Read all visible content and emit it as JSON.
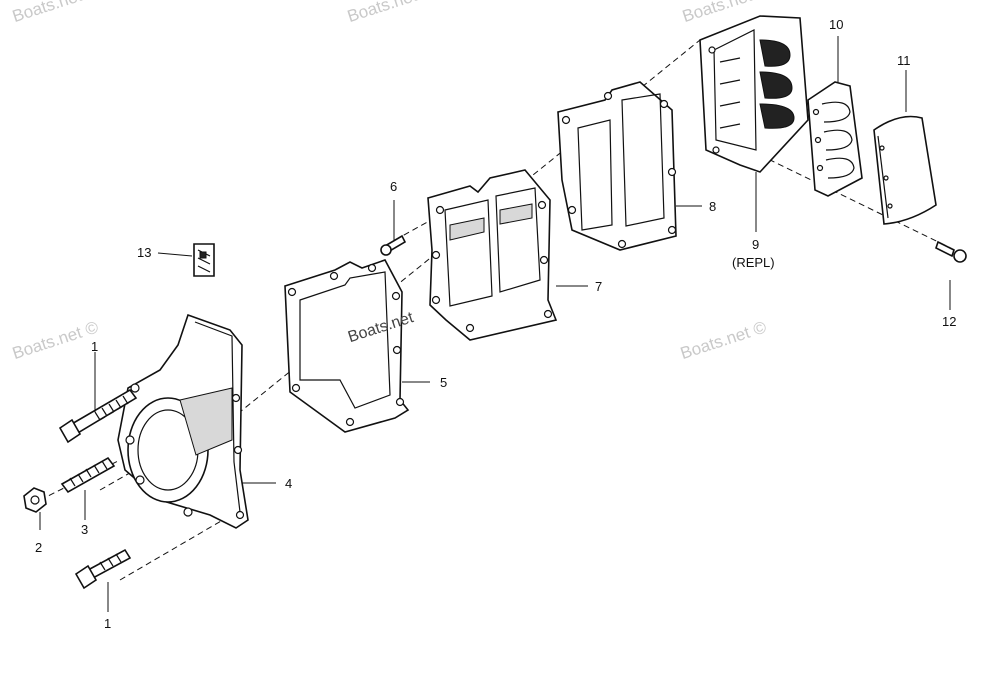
{
  "watermark_text": "Boats.net ©",
  "watermark_center_text": "Boats.net",
  "callouts": {
    "p1_upper": "1",
    "p1_lower": "1",
    "p2": "2",
    "p3": "3",
    "p4": "4",
    "p5": "5",
    "p6": "6",
    "p7": "7",
    "p8": "8",
    "p9": "9",
    "p9_note": "(REPL)",
    "p10": "10",
    "p11": "11",
    "p12": "12",
    "p13": "13"
  }
}
